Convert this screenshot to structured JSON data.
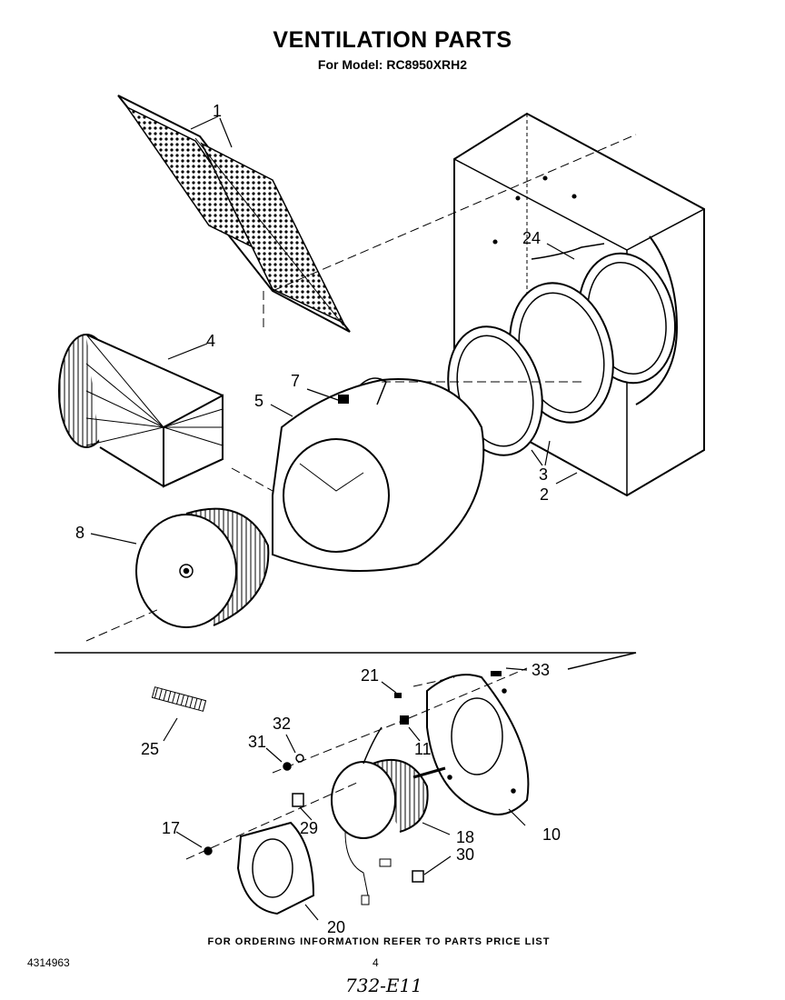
{
  "header": {
    "title": "VENTILATION PARTS",
    "subtitle": "For Model: RC8950XRH2"
  },
  "callouts": {
    "c1": "1",
    "c2": "2",
    "c3": "3",
    "c4": "4",
    "c5": "5",
    "c7": "7",
    "c8": "8",
    "c10": "10",
    "c11": "11",
    "c17": "17",
    "c18": "18",
    "c20": "20",
    "c21": "21",
    "c24": "24",
    "c25": "25",
    "c29": "29",
    "c30": "30",
    "c31": "31",
    "c32": "32",
    "c33": "33"
  },
  "footer": {
    "ordering_note": "FOR ORDERING INFORMATION REFER TO PARTS PRICE LIST",
    "document_number": "4314963",
    "page_number": "4",
    "handwritten_mark": "732-E11"
  }
}
